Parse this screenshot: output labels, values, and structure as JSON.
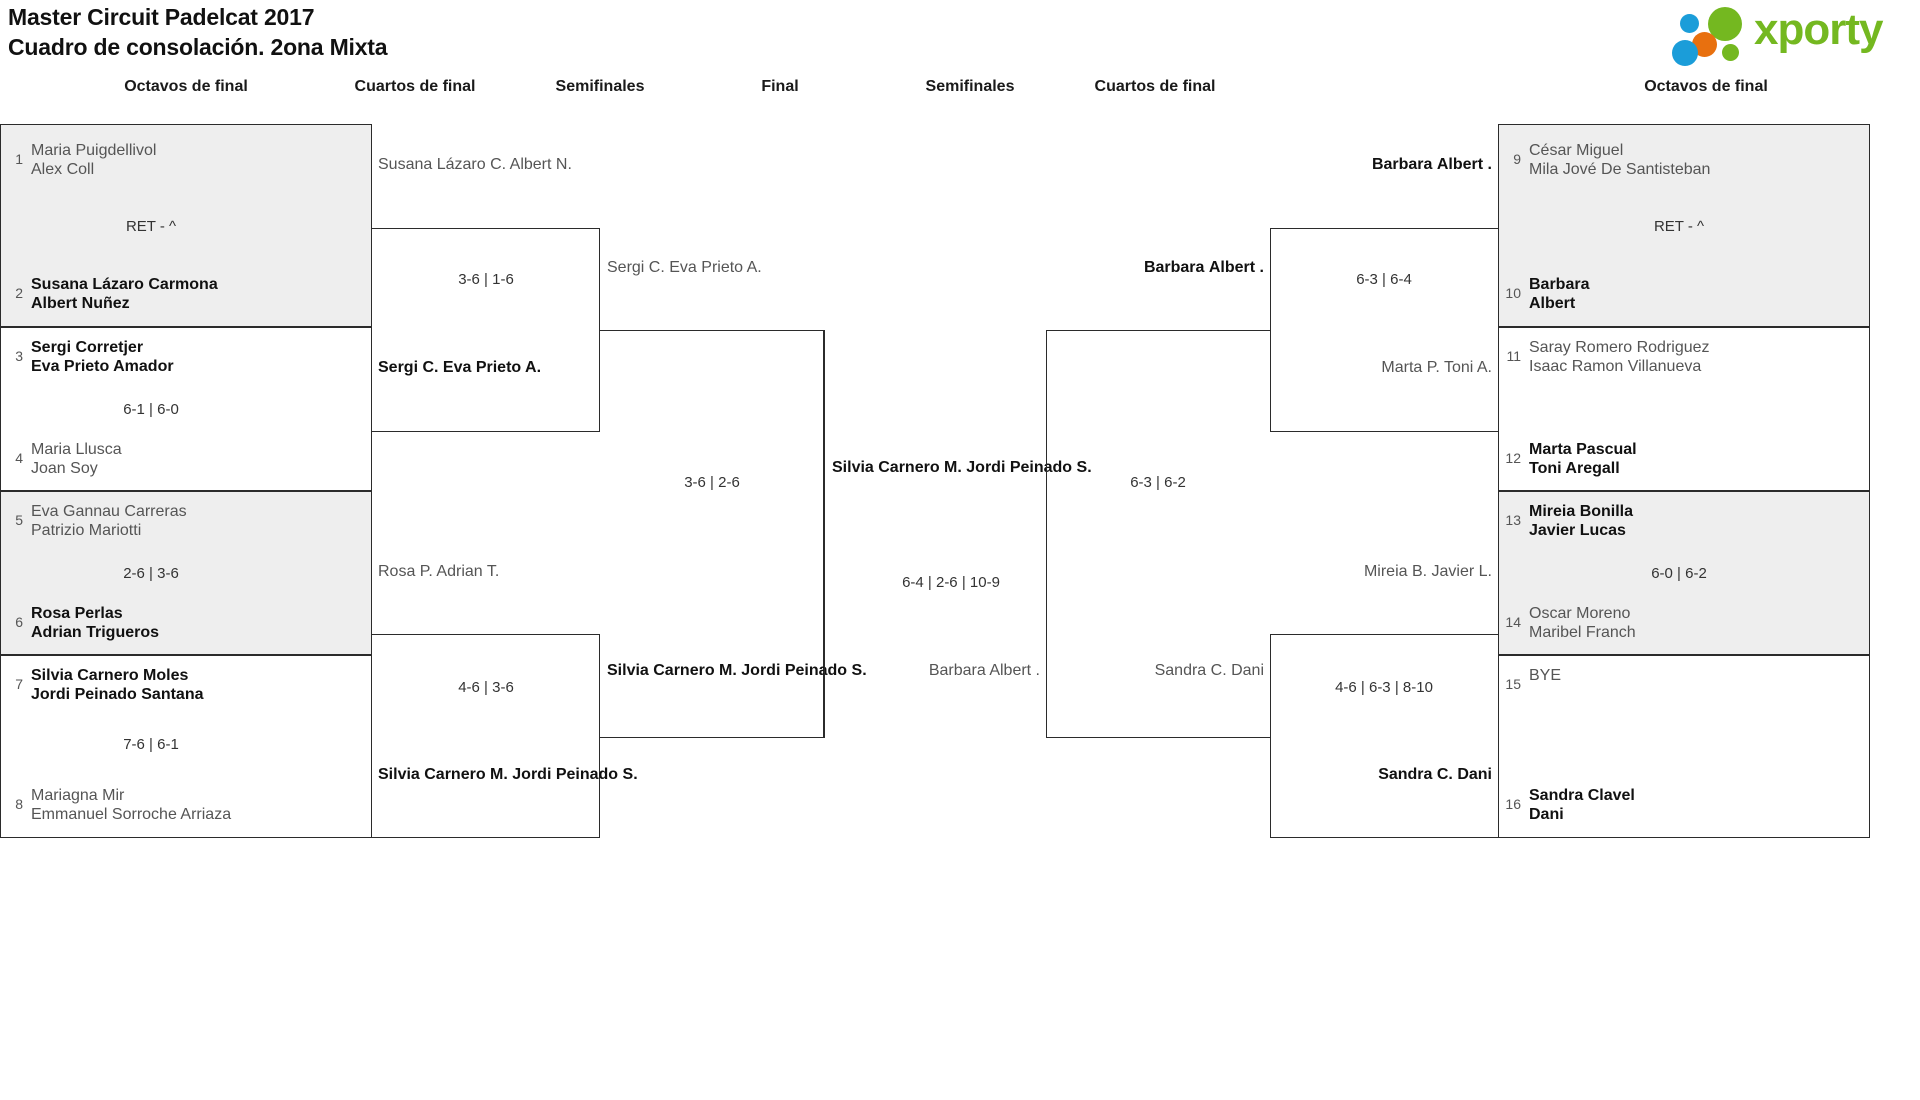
{
  "header": {
    "title_line1": "Master Circuit Padelcat 2017",
    "title_line2": "Cuadro de consolación. 2ona Mixta",
    "logo_text": "xporty",
    "logo_colors": {
      "green": "#74b820",
      "blue": "#1b9dd9",
      "orange": "#e8700f"
    }
  },
  "round_headers": {
    "r1_left": "Octavos de final",
    "r2_left": "Cuartos de final",
    "r3_left": "Semifinales",
    "final": "Final",
    "r3_right": "Semifinales",
    "r2_right": "Cuartos de final",
    "r1_right": "Octavos de final"
  },
  "left_octavos": [
    {
      "seed": "1",
      "l1": "Maria Puigdellivol",
      "l2": "Alex Coll",
      "state": "lose"
    },
    {
      "seed": "2",
      "l1": "Susana Lázaro Carmona",
      "l2": "Albert Nuñez",
      "state": "win"
    },
    {
      "seed": "3",
      "l1": "Sergi Corretjer",
      "l2": "Eva Prieto Amador",
      "state": "win"
    },
    {
      "seed": "4",
      "l1": "Maria Llusca",
      "l2": "Joan Soy",
      "state": "lose"
    },
    {
      "seed": "5",
      "l1": "Eva Gannau Carreras",
      "l2": "Patrizio Mariotti",
      "state": "lose"
    },
    {
      "seed": "6",
      "l1": "Rosa Perlas",
      "l2": "Adrian Trigueros",
      "state": "win"
    },
    {
      "seed": "7",
      "l1": "Silvia Carnero Moles",
      "l2": "Jordi Peinado Santana",
      "state": "win"
    },
    {
      "seed": "8",
      "l1": "Mariagna Mir",
      "l2": "Emmanuel Sorroche Arriaza",
      "state": "lose"
    }
  ],
  "left_octavos_scores": {
    "m1": "RET - ^",
    "m2": "6-1 | 6-0",
    "m3": "2-6 | 3-6",
    "m4": "7-6 | 6-1"
  },
  "left_cuartos": {
    "qf1_top": {
      "l1": "Susana Lázaro C.",
      "l2": "Albert N.",
      "state": "lose"
    },
    "qf1_bottom": {
      "l1": "Sergi C.",
      "l2": "Eva Prieto A.",
      "state": "win"
    },
    "qf1_score": "3-6 | 1-6",
    "qf2_top": {
      "l1": "Rosa P.",
      "l2": "Adrian T.",
      "state": "lose"
    },
    "qf2_bottom": {
      "l1": "Silvia Carnero M.",
      "l2": "Jordi Peinado S.",
      "state": "win"
    },
    "qf2_score": "4-6 | 3-6"
  },
  "left_semifinal": {
    "top": {
      "l1": "Sergi C.",
      "l2": "Eva Prieto A.",
      "state": "lose"
    },
    "bottom": {
      "l1": "Silvia Carnero M.",
      "l2": "Jordi Peinado S.",
      "state": "win"
    },
    "score": "3-6 | 2-6"
  },
  "final": {
    "top": {
      "l1": "Silvia Carnero M.",
      "l2": "Jordi Peinado S.",
      "state": "win"
    },
    "bottom": {
      "l1": "Barbara",
      "l2": "Albert .",
      "state": "lose"
    },
    "score": "6-4 | 2-6 | 10-9"
  },
  "right_semifinal": {
    "top": {
      "l1": "Barbara",
      "l2": "Albert .",
      "state": "win"
    },
    "bottom": {
      "l1": "Sandra C.",
      "l2": "Dani",
      "state": "lose"
    },
    "score": "6-3 | 6-2"
  },
  "right_cuartos": {
    "qf1_top": {
      "l1": "Barbara",
      "l2": "Albert .",
      "state": "win"
    },
    "qf1_bottom": {
      "l1": "Marta P.",
      "l2": "Toni A.",
      "state": "lose"
    },
    "qf1_score": "6-3 | 6-4",
    "qf2_top": {
      "l1": "Mireia B.",
      "l2": "Javier L.",
      "state": "lose"
    },
    "qf2_bottom": {
      "l1": "Sandra C.",
      "l2": "Dani",
      "state": "win"
    },
    "qf2_score": "4-6 | 6-3 | 8-10"
  },
  "right_octavos": [
    {
      "seed": "9",
      "l1": "César Miguel",
      "l2": "Mila Jové De Santisteban",
      "state": "lose"
    },
    {
      "seed": "10",
      "l1": "Barbara",
      "l2": "Albert",
      "state": "win"
    },
    {
      "seed": "11",
      "l1": "Saray Romero Rodriguez",
      "l2": "Isaac Ramon Villanueva",
      "state": "lose"
    },
    {
      "seed": "12",
      "l1": "Marta Pascual",
      "l2": "Toni Aregall",
      "state": "win"
    },
    {
      "seed": "13",
      "l1": "Mireia Bonilla",
      "l2": "Javier Lucas",
      "state": "win"
    },
    {
      "seed": "14",
      "l1": "Oscar Moreno",
      "l2": "Maribel Franch",
      "state": "lose"
    },
    {
      "seed": "15",
      "l1": "BYE",
      "l2": "",
      "state": "lose"
    },
    {
      "seed": "16",
      "l1": "Sandra Clavel",
      "l2": "Dani",
      "state": "win"
    }
  ],
  "right_octavos_scores": {
    "m1": "RET - ^",
    "m2": "",
    "m3": "6-0 | 6-2",
    "m4": ""
  }
}
